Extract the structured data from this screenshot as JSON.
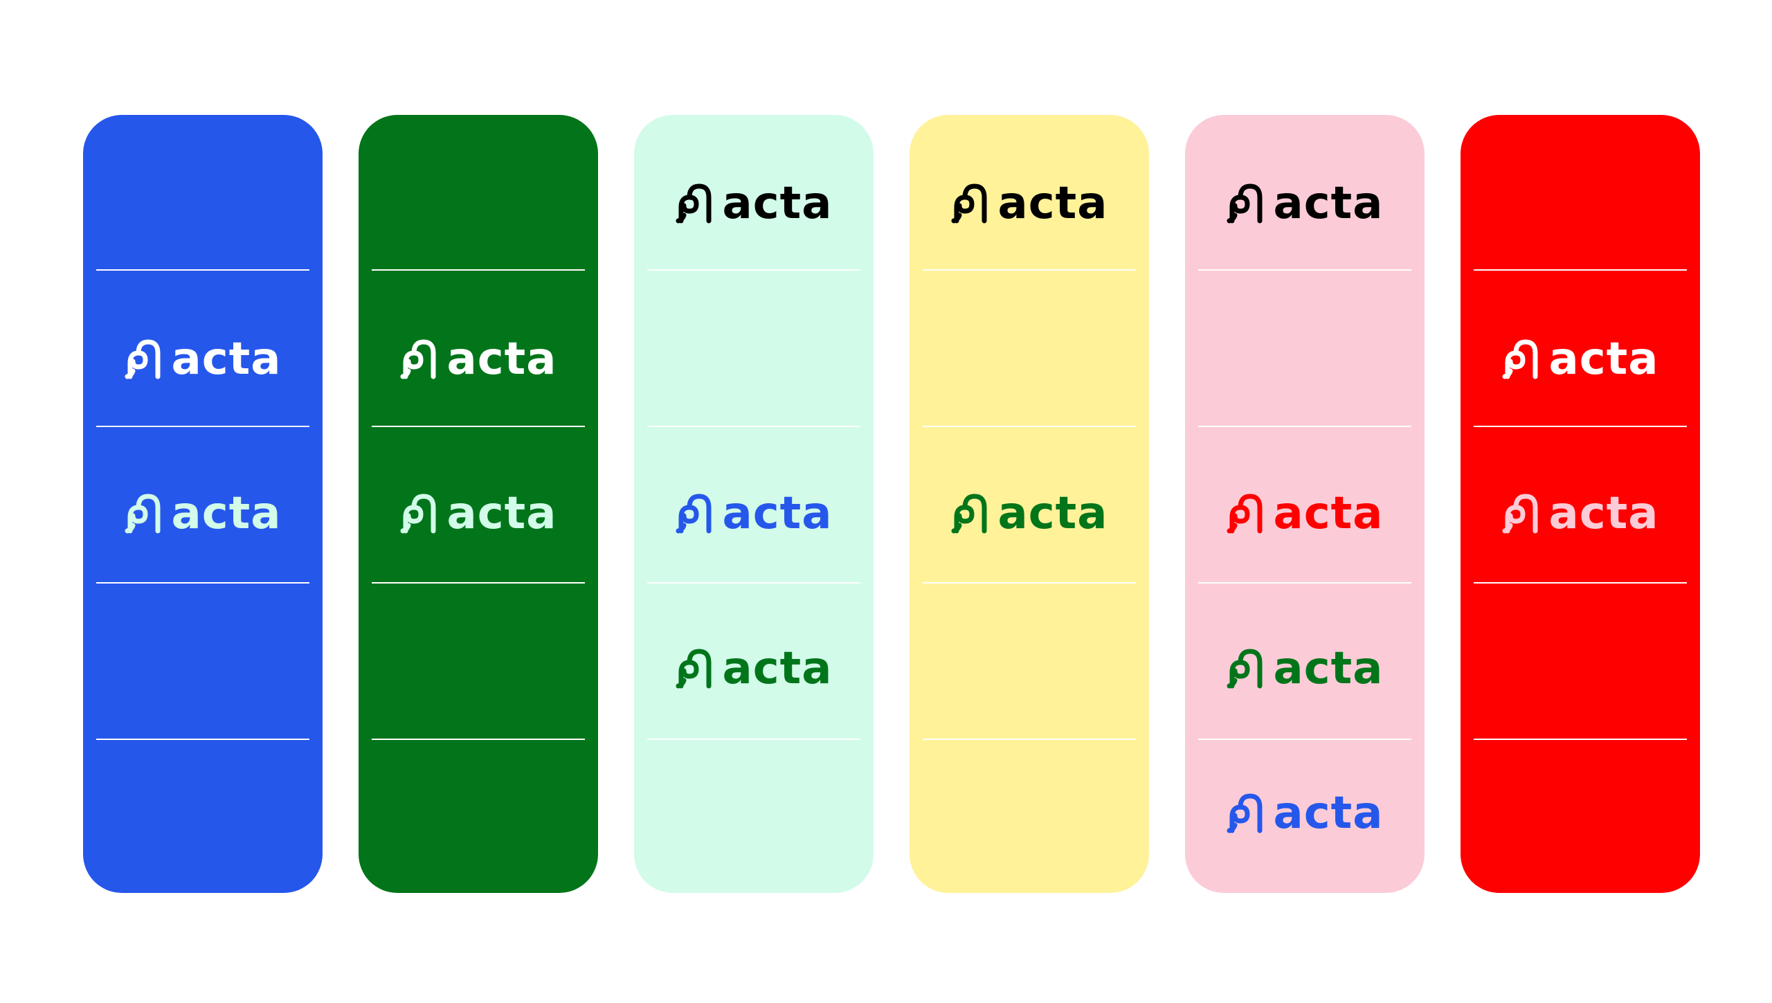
{
  "brand": {
    "wordmark": "acta",
    "mark": "acta-monogram-icon"
  },
  "colors": {
    "blue": "#2657EB",
    "green": "#02751A",
    "mint": "#D2FBE9",
    "yellow": "#FFF299",
    "pink": "#FBCCD7",
    "red": "#FF0000",
    "white": "#FFFFFF",
    "black": "#000000",
    "light_mint": "#D2FBE9",
    "light_pink": "#FBCCD7"
  },
  "panels": [
    {
      "name": "blue-panel",
      "background": "#2657EB",
      "divider": "#FFFFFF",
      "logos": [
        {
          "slot": 1,
          "color": "#FFFFFF",
          "text": "acta"
        },
        {
          "slot": 2,
          "color": "#D2FBE9",
          "text": "acta"
        }
      ]
    },
    {
      "name": "green-panel",
      "background": "#02751A",
      "divider": "#FFFFFF",
      "logos": [
        {
          "slot": 1,
          "color": "#FFFFFF",
          "text": "acta"
        },
        {
          "slot": 2,
          "color": "#D2FBE9",
          "text": "acta"
        }
      ]
    },
    {
      "name": "mint-panel",
      "background": "#D2FBE9",
      "divider": "#FFFFFF",
      "logos": [
        {
          "slot": 0,
          "color": "#000000",
          "text": "acta"
        },
        {
          "slot": 2,
          "color": "#2657EB",
          "text": "acta"
        },
        {
          "slot": 3,
          "color": "#02751A",
          "text": "acta"
        }
      ]
    },
    {
      "name": "yellow-panel",
      "background": "#FFF299",
      "divider": "#FFFFFF",
      "logos": [
        {
          "slot": 0,
          "color": "#000000",
          "text": "acta"
        },
        {
          "slot": 2,
          "color": "#02751A",
          "text": "acta"
        }
      ]
    },
    {
      "name": "pink-panel",
      "background": "#FBCCD7",
      "divider": "#FFFFFF",
      "logos": [
        {
          "slot": 0,
          "color": "#000000",
          "text": "acta"
        },
        {
          "slot": 2,
          "color": "#FF0000",
          "text": "acta"
        },
        {
          "slot": 3,
          "color": "#02751A",
          "text": "acta"
        },
        {
          "slot": 4,
          "color": "#2657EB",
          "text": "acta"
        }
      ]
    },
    {
      "name": "red-panel",
      "background": "#FF0000",
      "divider": "#FFFFFF",
      "logos": [
        {
          "slot": 1,
          "color": "#FFFFFF",
          "text": "acta"
        },
        {
          "slot": 2,
          "color": "#FBCCD7",
          "text": "acta"
        }
      ]
    }
  ]
}
